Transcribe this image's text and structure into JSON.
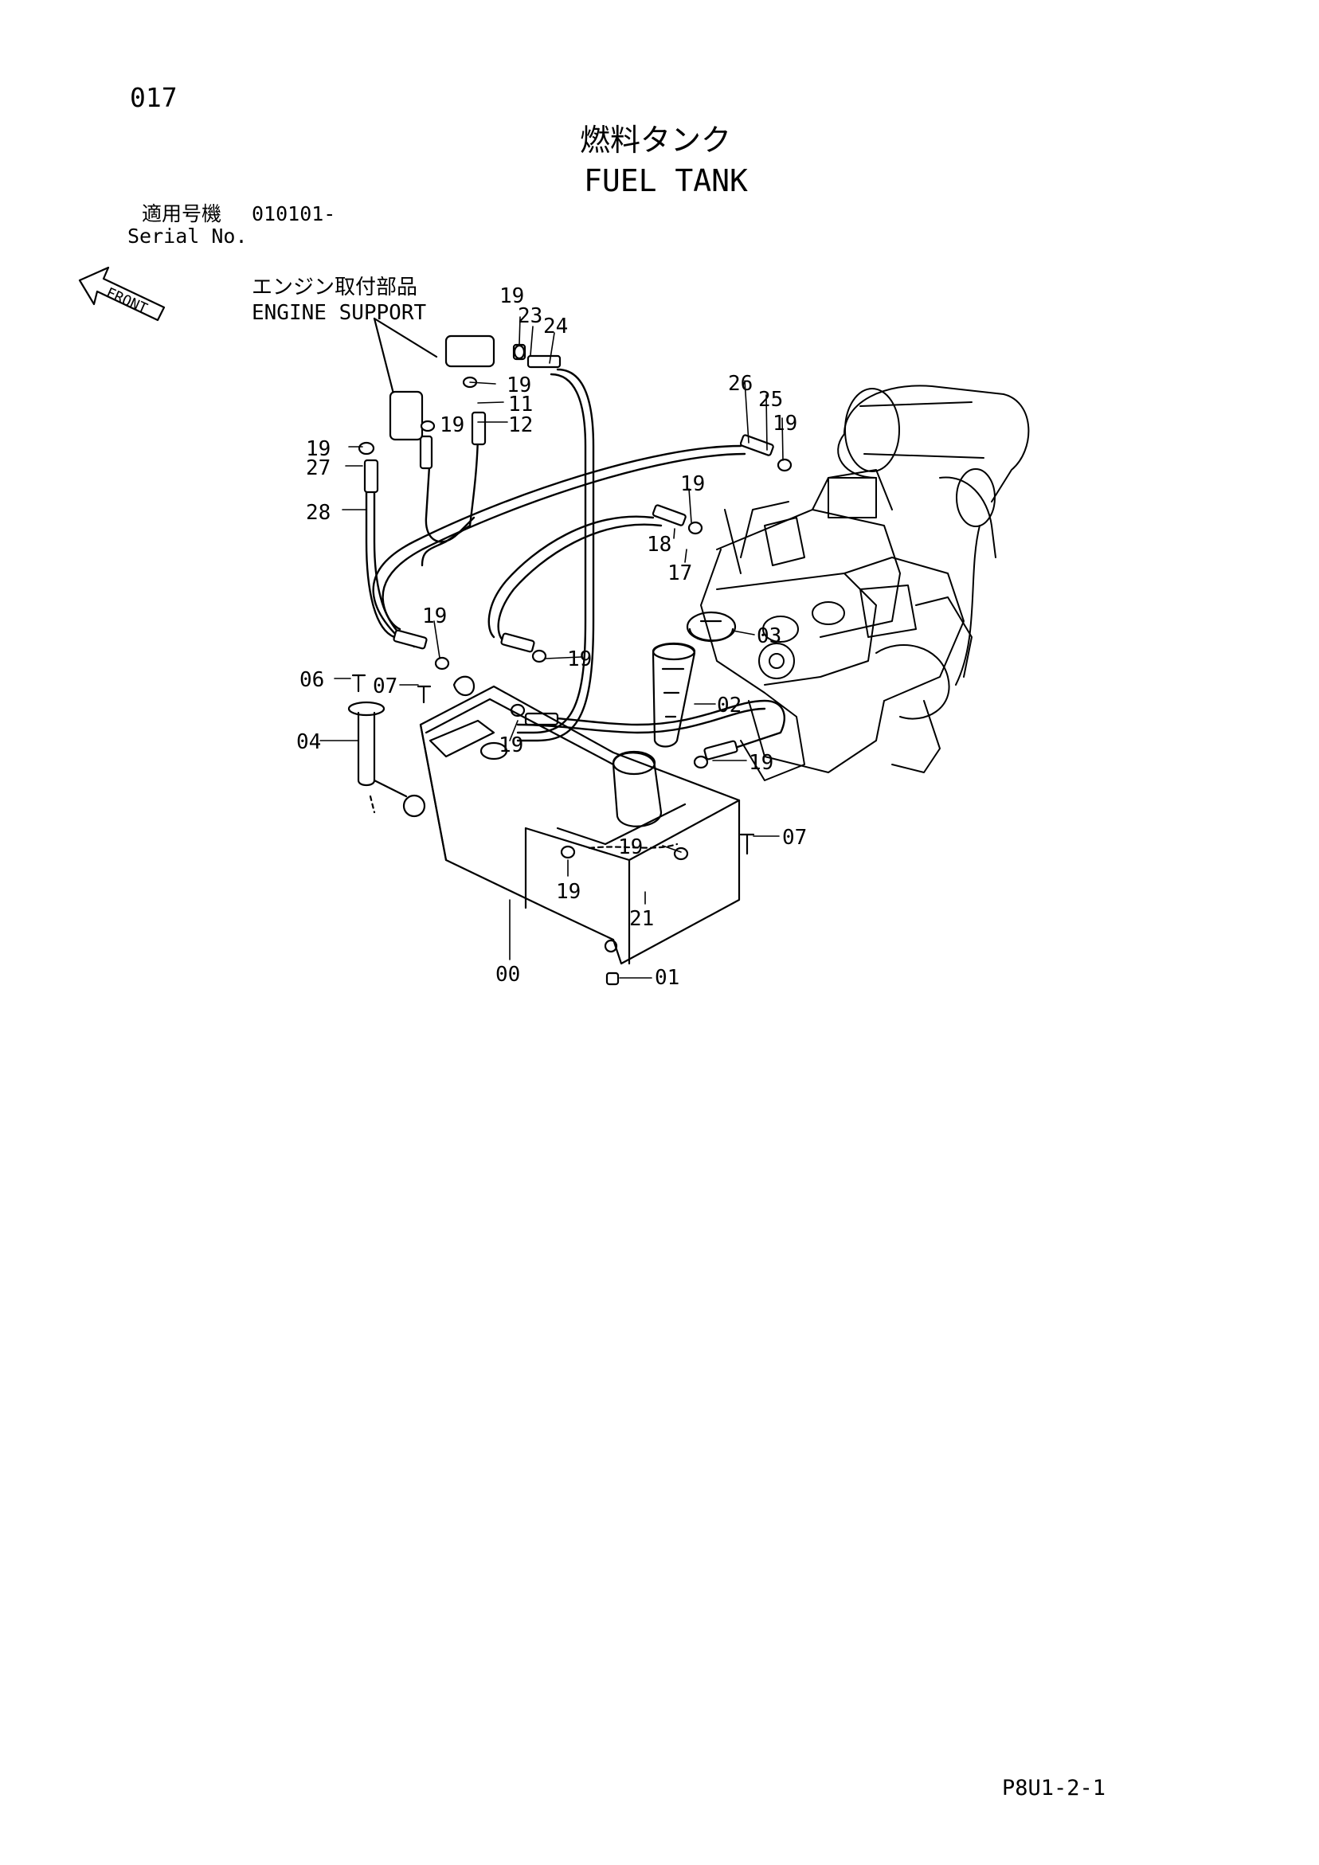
{
  "header": {
    "page_number": "017",
    "title_jp": "燃料タンク",
    "title_en": "FUEL TANK",
    "serial_label_jp": "適用号機",
    "serial_range": "010101-",
    "serial_label_en": "Serial No."
  },
  "diagram": {
    "front_marker": "FRONT",
    "note_jp": "エンジン取付部品",
    "note_en": "ENGINE SUPPORT",
    "part_labels": [
      "19",
      "23",
      "24",
      "19",
      "11",
      "19",
      "12",
      "19",
      "27",
      "28",
      "26",
      "25",
      "19",
      "19",
      "18",
      "17",
      "19",
      "03",
      "19",
      "06",
      "07",
      "04",
      "02",
      "19",
      "19",
      "07",
      "19",
      "19",
      "21",
      "00",
      "01"
    ]
  },
  "footer": {
    "page_code": "P8U1-2-1"
  }
}
